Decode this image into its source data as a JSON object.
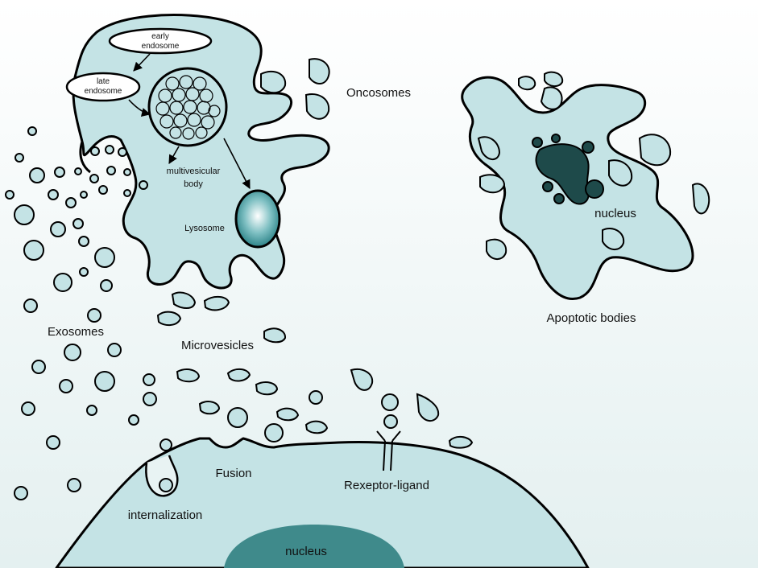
{
  "labels": {
    "early_endosome": [
      "early",
      "endosome"
    ],
    "late_endosome": [
      "late",
      "endosome"
    ],
    "multivesicular_body": [
      "multivesicular",
      "body"
    ],
    "lysosome": "Lysosome",
    "oncosomes": "Oncosomes",
    "exosomes": "Exosomes",
    "microvesicles": "Microvesicles",
    "nucleus_apoptotic": "nucleus",
    "apoptotic_bodies": "Apoptotic bodies",
    "fusion": "Fusion",
    "receptor_ligand": "Rexeptor-ligand",
    "internalization": "internalization",
    "nucleus_recipient": "nucleus"
  },
  "colors": {
    "cell_fill": "#c4e3e5",
    "outline": "#000000",
    "lysosome": "#2d8489",
    "recipient_nucleus": "#3f8a8b",
    "apoptotic_nucleus": "#1e4a4a"
  }
}
